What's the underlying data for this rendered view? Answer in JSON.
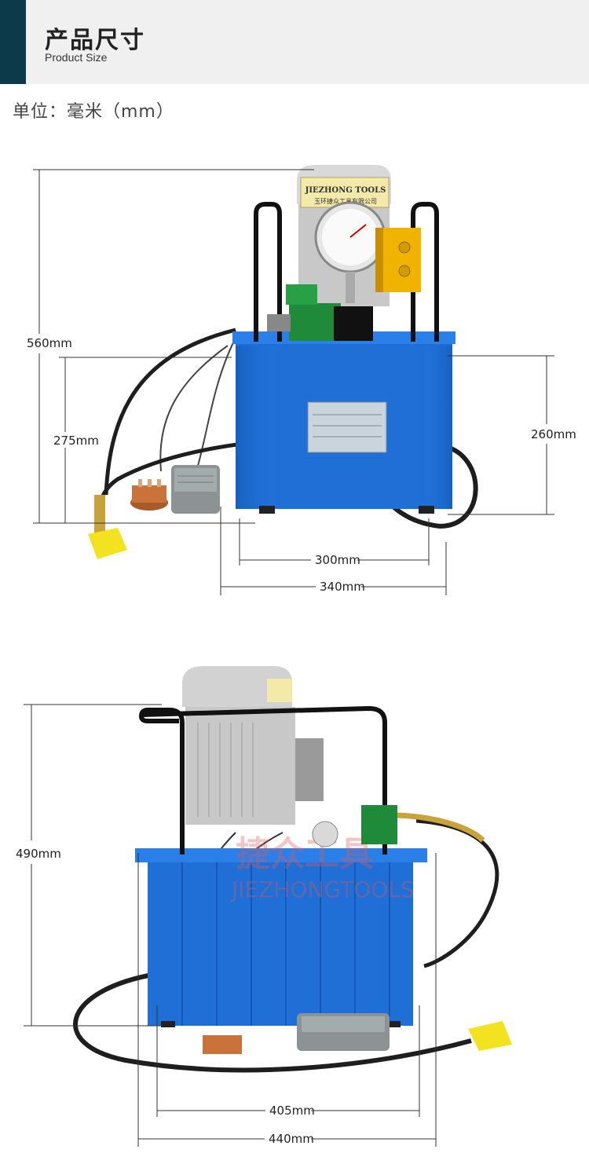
{
  "header": {
    "title": "产品尺寸",
    "subtitle": "Product Size"
  },
  "unit_label": "单位：毫米（mm）",
  "front_view": {
    "brand_plate": "JIEZHONG TOOLS",
    "brand_plate_sub": "玉环捷众工具有限公司",
    "dimensions": {
      "total_height": "560mm",
      "tank_height_left": "275mm",
      "tank_height_right": "260mm",
      "base_width": "300mm",
      "total_width": "340mm"
    }
  },
  "side_view": {
    "watermark_cn": "捷众工具",
    "watermark_en": "JIEZHONGTOOLS",
    "dimensions": {
      "height": "490mm",
      "base_width": "405mm",
      "total_width": "440mm"
    }
  },
  "colors": {
    "header_accent": "#0d3a4a",
    "header_bg": "#f0f0f0",
    "tank_blue": "#1f6fd6",
    "motor_grey": "#c8c8c8",
    "valve_green": "#1f8a3a",
    "box_yellow": "#f0b400",
    "hose_black": "#1e1e1e",
    "plug_orange": "#c9733a",
    "pedal_grey": "#8d9394"
  }
}
